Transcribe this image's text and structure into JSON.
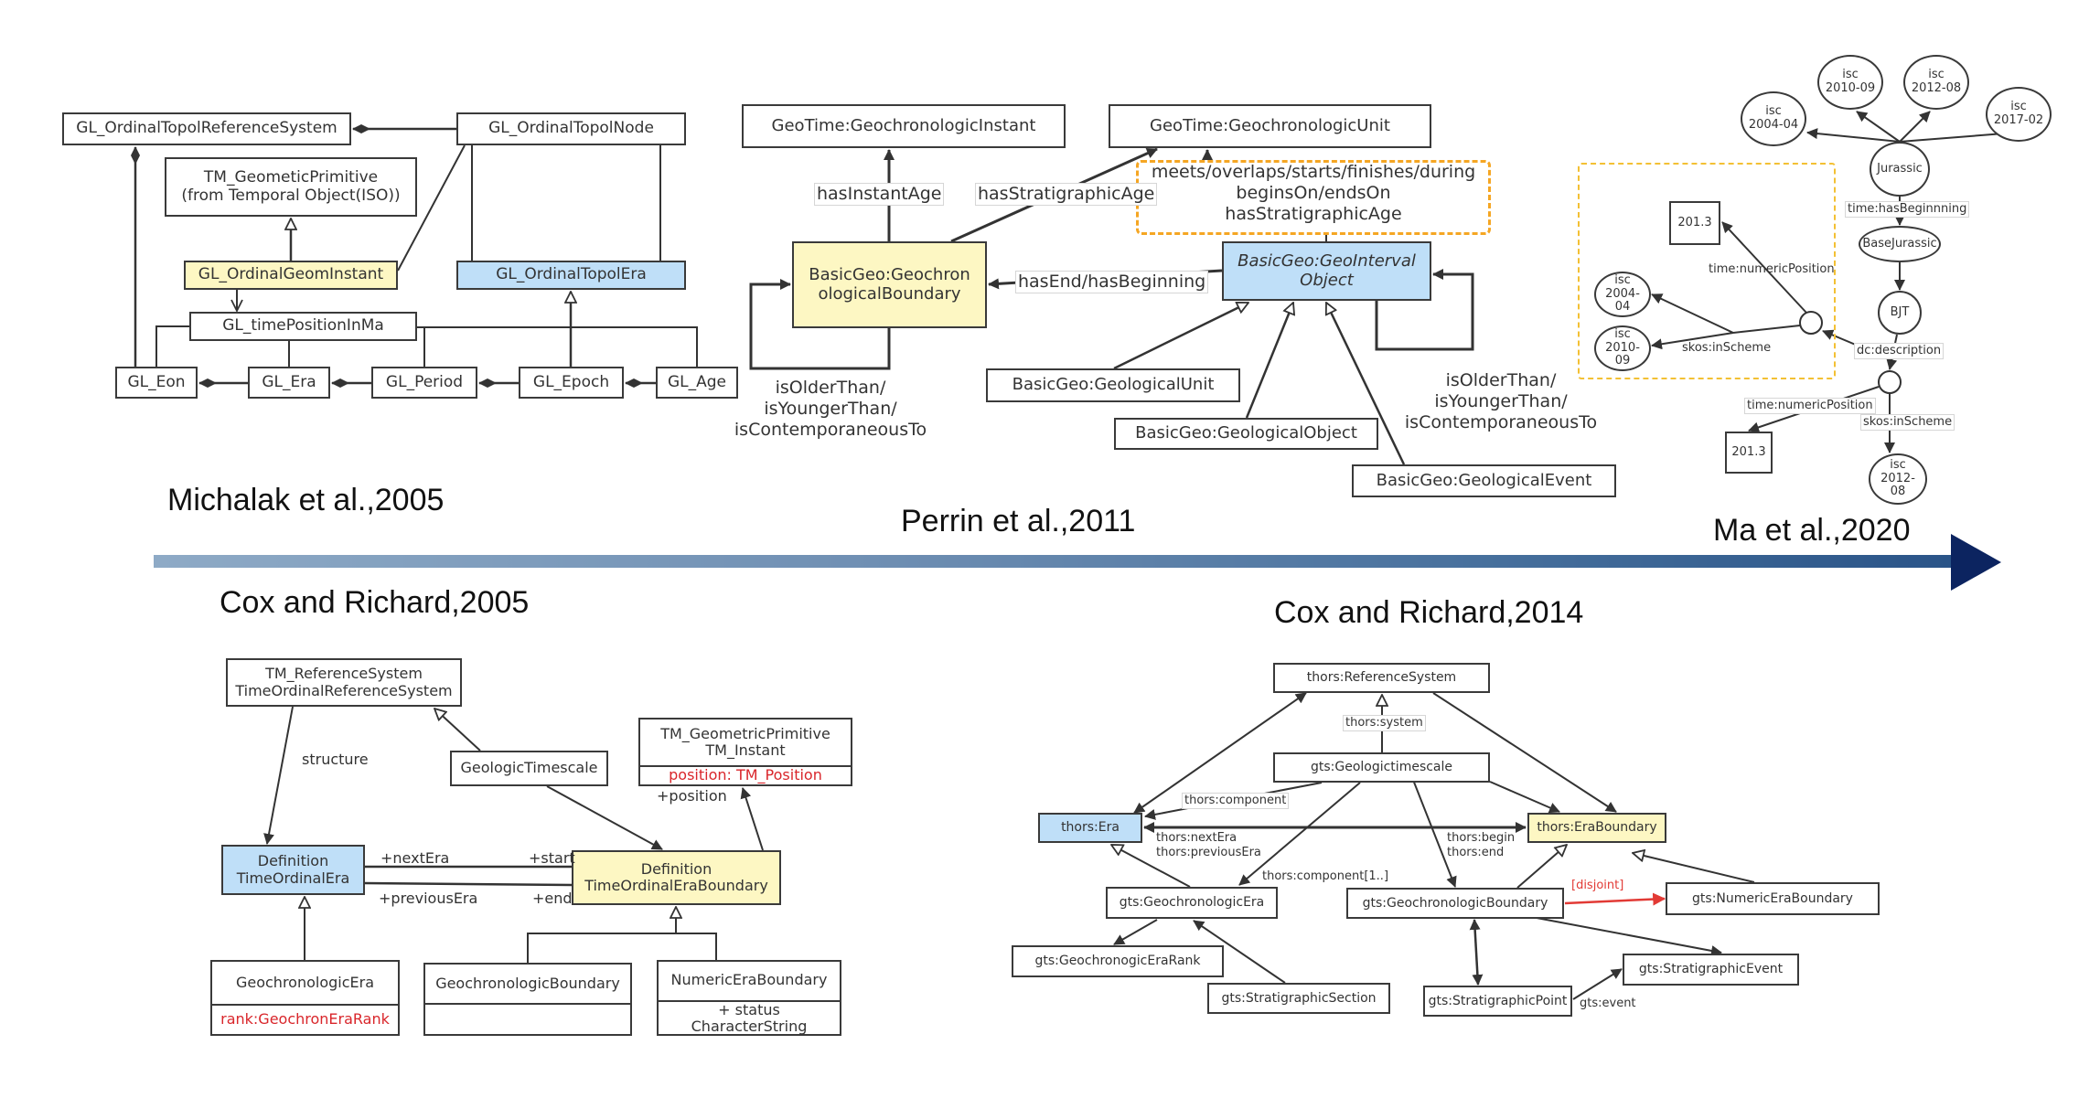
{
  "figure": {
    "timeline": {
      "start_color": "#8eaac6",
      "end_color": "#2a5488",
      "head_color": "#0c2460"
    },
    "colors": {
      "highlight_blue": "#bfdff8",
      "highlight_yellow": "#fdf7c3",
      "dashed_orange": "#f5a623",
      "dashed_amber": "#f3c034",
      "attribute_red": "#d9262b",
      "disjoint_red": "#e23a35"
    },
    "titles": {
      "michalak": "Michalak et al.,2005",
      "perrin": "Perrin et al.,2011",
      "ma": "Ma et al.,2020",
      "cox2005": "Cox and Richard,2005",
      "cox2014": "Cox and Richard,2014"
    }
  },
  "michalak": {
    "nodes": {
      "ref_system": "GL_OrdinalTopolReferenceSystem",
      "topol_node": "GL_OrdinalTopolNode",
      "tm_primitive": "TM_GeometicPrimitive\n(from Temporal Object(ISO))",
      "geom_instant": "GL_OrdinalGeomInstant",
      "topol_era": "GL_OrdinalTopolEra",
      "time_position": "GL_timePositionInMa",
      "eon": "GL_Eon",
      "era": "GL_Era",
      "period": "GL_Period",
      "epoch": "GL_Epoch",
      "age": "GL_Age"
    }
  },
  "perrin": {
    "nodes": {
      "geo_instant": "GeoTime:GeochronologicInstant",
      "geo_unit": "GeoTime:GeochronologicUnit",
      "boundary": "BasicGeo:Geochron\nologicalBoundary",
      "interval": "BasicGeo:GeoInterval\nObject",
      "geological_unit": "BasicGeo:GeologicalUnit",
      "geological_object": "BasicGeo:GeologicalObject",
      "geological_event": "BasicGeo:GeologicalEvent"
    },
    "labels": {
      "has_instant_age": "hasInstantAge",
      "has_strat_age": "hasStratigraphicAge",
      "dashed_relations": "meets/overlaps/starts/finishes/during\nbeginsOn/endsOn\nhasStratigraphicAge",
      "has_end_beginning": "hasEnd/hasBeginning",
      "boundary_self": "isOlderThan/\nisYoungerThan/\nisContemporaneousTo",
      "interval_self": "isOlderThan/\nisYoungerThan/\nisContemporaneousTo"
    }
  },
  "ma": {
    "nodes": {
      "isc_2004_top": "isc\n2004-04",
      "isc_2010_top": "isc\n2010-09",
      "isc_2012_top": "isc\n2012-08",
      "isc_2017_top": "isc\n2017-02",
      "jurassic": "Jurassic",
      "base_jurassic": "BaseJurassic",
      "bjt": "BJT",
      "value_inner": "201.3",
      "isc_2004_inner": "isc\n2004-04",
      "isc_2010_inner": "isc\n2010-09",
      "value_outer": "201.3",
      "isc_2012_bottom": "isc\n2012-08"
    },
    "labels": {
      "has_beginning": "time:hasBeginnning",
      "numeric_position_inner": "time:numericPosition",
      "in_scheme_inner": "skos:inScheme",
      "dc_description": "dc:description",
      "numeric_position_outer": "time:numericPosition",
      "in_scheme_outer": "skos:inScheme"
    }
  },
  "cox2005": {
    "nodes": {
      "ref_system": "TM_ReferenceSystem\nTimeOrdinalReferenceSystem",
      "timescale": "GeologicTimescale",
      "tm_primitive": "TM_GeometricPrimitive\nTM_Instant",
      "tm_primitive_attr": "position: TM_Position",
      "ordinal_era": "Definition\nTimeOrdinalEra",
      "era_boundary": "Definition\nTimeOrdinalEraBoundary",
      "geo_era": "GeochronologicEra",
      "geo_era_attr": "rank:GeochronEraRank",
      "geo_boundary": "GeochronologicBoundary",
      "geo_boundary_attr": "",
      "numeric_boundary": "NumericEraBoundary",
      "numeric_boundary_attr": "+ status\nCharacterString"
    },
    "labels": {
      "structure": "structure",
      "position": "+position",
      "next_era": "+nextEra",
      "start": "+start",
      "previous_era": "+previousEra",
      "end": "+end"
    }
  },
  "cox2014": {
    "nodes": {
      "ref_system": "thors:ReferenceSystem",
      "timescale": "gts:Geologictimescale",
      "era": "thors:Era",
      "era_boundary": "thors:EraBoundary",
      "geo_era": "gts:GeochronologicEra",
      "geo_boundary": "gts:GeochronologicBoundary",
      "numeric_boundary": "gts:NumericEraBoundary",
      "era_rank": "gts:GeochronogicEraRank",
      "strat_section": "gts:StratigraphicSection",
      "strat_point": "gts:StratigraphicPoint",
      "strat_event": "gts:StratigraphicEvent"
    },
    "labels": {
      "system": "thors:system",
      "component": "thors:component",
      "next_prev_era": "thors:nextEra\nthors:previousEra",
      "component_many": "thors:component[1..]",
      "begin_end": "thors:begin\nthors:end",
      "disjoint": "[disjoint]",
      "event": "gts:event"
    }
  }
}
